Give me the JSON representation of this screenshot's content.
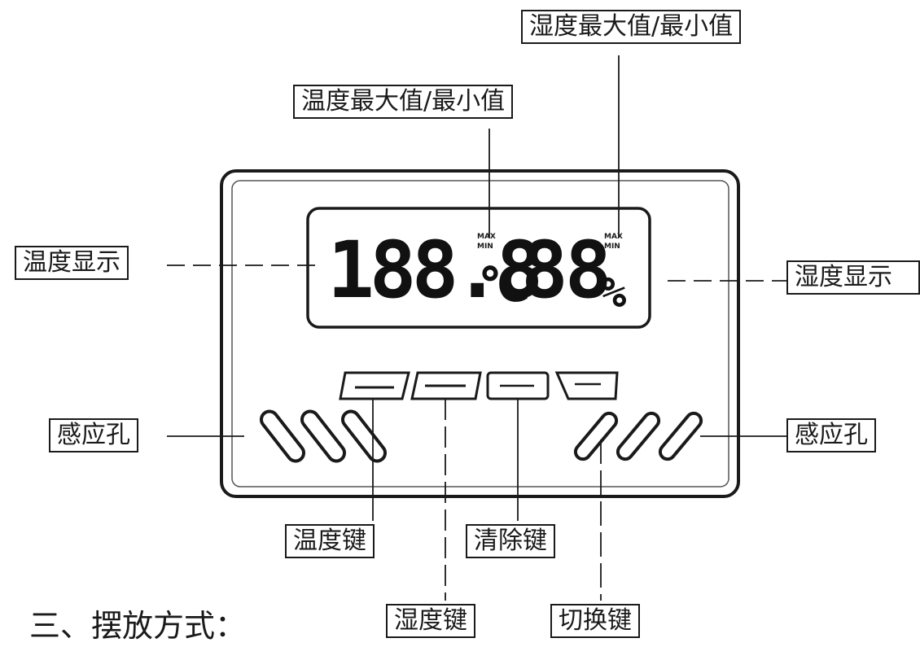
{
  "labels": {
    "humidity_max_min": "湿度最大值/最小值",
    "temperature_max_min": "温度最大值/最小值",
    "temperature_display": "温度显示",
    "humidity_display": "湿度显示",
    "sensor_hole": "感应孔",
    "temperature_key": "温度键",
    "clear_key": "清除键",
    "humidity_key": "湿度键",
    "switch_key": "切换键"
  },
  "lcd": {
    "temperature": "188.8",
    "temperature_unit": "℃",
    "humidity": "88",
    "humidity_unit": "%",
    "max_tag": "MAX",
    "min_tag": "MIN"
  },
  "section_heading": "三、摆放方式："
}
